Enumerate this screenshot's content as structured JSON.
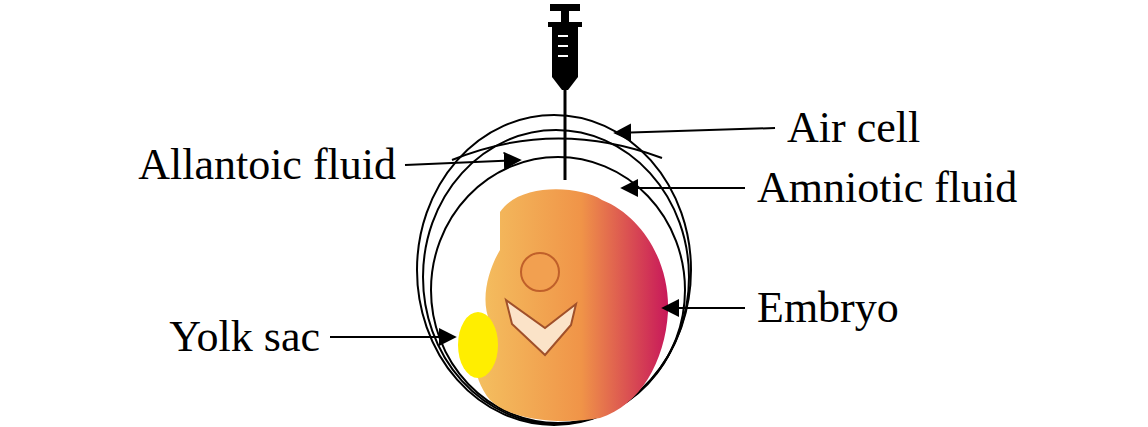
{
  "diagram": {
    "labels": [
      "Air cell",
      "Allantoic fluid",
      "Amniotic fluid",
      "Yolk sac",
      "Embryo"
    ]
  }
}
